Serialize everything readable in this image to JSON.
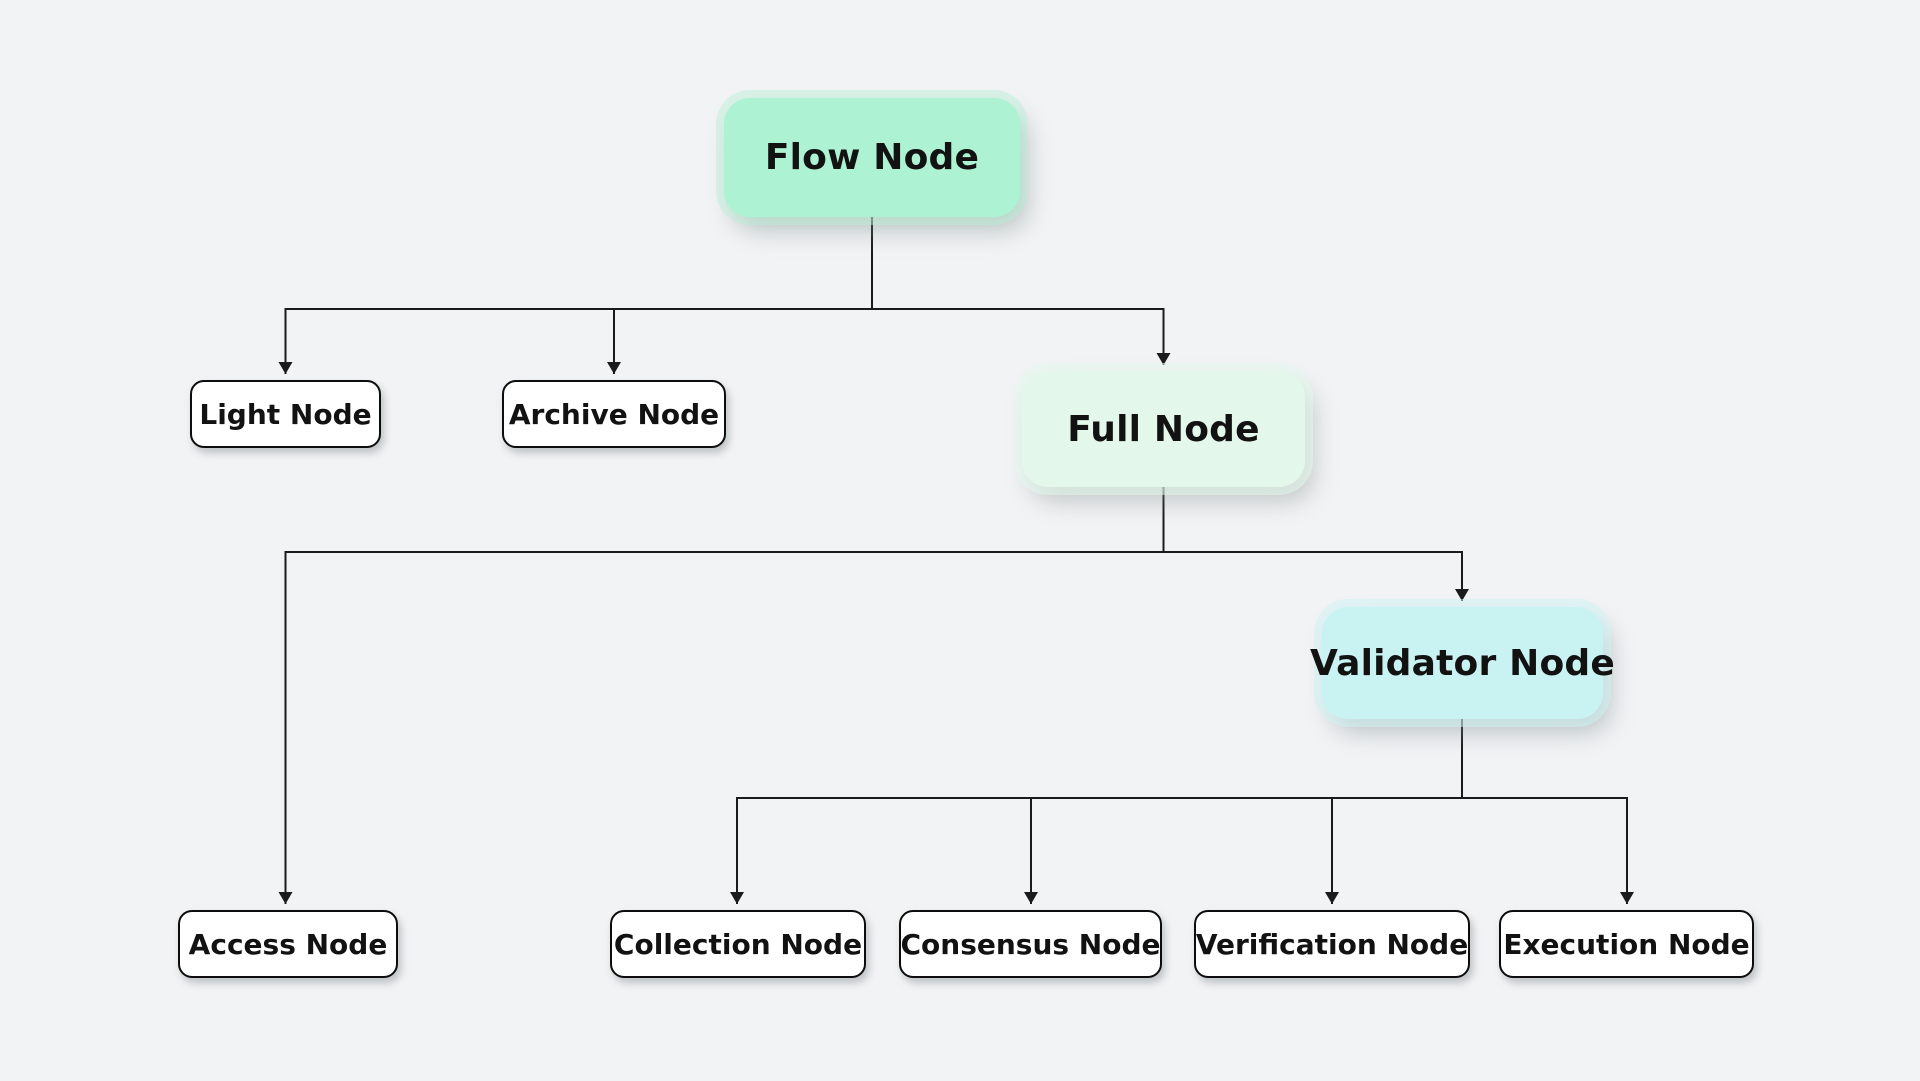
{
  "diagram": {
    "type": "flowchart",
    "background_color": "#f2f3f5",
    "connector_color": "#1b1b1b",
    "accent_colors": {
      "flow_node_fill": "#adf2d3",
      "full_node_fill": "#e4f7eb",
      "validator_node_fill": "#c9f3f2",
      "leaf_node_fill": "#ffffff",
      "leaf_node_border": "#0d0d0d"
    },
    "nodes": [
      {
        "id": "flow",
        "label": "Flow Node",
        "fill": "#adf2d3",
        "style": "filled"
      },
      {
        "id": "light",
        "label": "Light Node",
        "fill": "#ffffff",
        "style": "outlined"
      },
      {
        "id": "archive",
        "label": "Archive Node",
        "fill": "#ffffff",
        "style": "outlined"
      },
      {
        "id": "full",
        "label": "Full Node",
        "fill": "#e4f7eb",
        "style": "filled"
      },
      {
        "id": "validator",
        "label": "Validator Node",
        "fill": "#c9f3f2",
        "style": "filled"
      },
      {
        "id": "access",
        "label": "Access Node",
        "fill": "#ffffff",
        "style": "outlined"
      },
      {
        "id": "collection",
        "label": "Collection Node",
        "fill": "#ffffff",
        "style": "outlined"
      },
      {
        "id": "consensus",
        "label": "Consensus Node",
        "fill": "#ffffff",
        "style": "outlined"
      },
      {
        "id": "verification",
        "label": "Verification Node",
        "fill": "#ffffff",
        "style": "outlined"
      },
      {
        "id": "execution",
        "label": "Execution Node",
        "fill": "#ffffff",
        "style": "outlined"
      }
    ],
    "edges": [
      {
        "from": "flow",
        "to": "light"
      },
      {
        "from": "flow",
        "to": "archive"
      },
      {
        "from": "flow",
        "to": "full"
      },
      {
        "from": "full",
        "to": "access"
      },
      {
        "from": "full",
        "to": "validator"
      },
      {
        "from": "validator",
        "to": "collection"
      },
      {
        "from": "validator",
        "to": "consensus"
      },
      {
        "from": "validator",
        "to": "verification"
      },
      {
        "from": "validator",
        "to": "execution"
      }
    ]
  }
}
